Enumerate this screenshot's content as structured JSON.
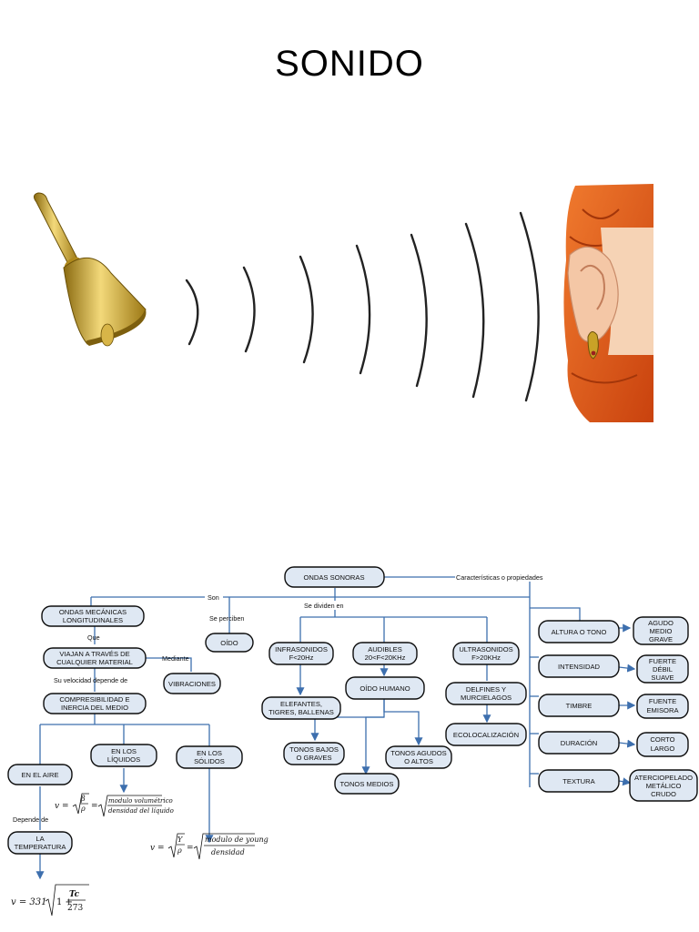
{
  "title": "SONIDO",
  "illustration": {
    "bell_icon": "hand-bell-icon",
    "ear_icon": "ear-icon",
    "waves_color": "#222222",
    "hair_color": "#e8561c",
    "bell_color": "#c9a227"
  },
  "concept_map": {
    "link_color": "#3d6fae",
    "node_fill": "#dfe8f3",
    "nodes": {
      "ondas_sonoras": "ONDAS SONORAS",
      "ondas_mecanicas": [
        "ONDAS MECÁNICAS",
        "LONGITUDINALES"
      ],
      "viajan": [
        "VIAJAN  A TRAVÉS DE",
        "CUALQUIER MATERIAL"
      ],
      "compresibilidad": [
        "COMPRESIBILIDAD E",
        "INERCIA DEL MEDIO"
      ],
      "aire": "EN EL AIRE",
      "liquidos": [
        "EN LOS",
        "LÍQUIDOS"
      ],
      "solidos": [
        "EN LOS",
        "SÓLIDOS"
      ],
      "temperatura": [
        "LA",
        "TEMPERATURA"
      ],
      "oido": "OÍDO",
      "vibraciones": "VIBRACIONES",
      "infrasonidos": [
        "INFRASONIDOS",
        "F<20Hz"
      ],
      "audibles": [
        "AUDIBLES",
        "20<F<20KHz"
      ],
      "ultrasonidos": [
        "ULTRASONIDOS",
        "F>20KHz"
      ],
      "elefantes": [
        "ELEFANTES,",
        "TIGRES, BALLENAS"
      ],
      "oido_humano": "OÍDO HUMANO",
      "tonos_bajos": [
        "TONOS BAJOS",
        "O GRAVES"
      ],
      "tonos_agudos": [
        "TONOS AGUDOS",
        "O ALTOS"
      ],
      "tonos_medios": "TONOS MEDIOS",
      "delfines": [
        "DELFINES Y",
        "MURCIELAGOS"
      ],
      "ecolocalizacion": "ECOLOCALIZACIÓN",
      "altura": "ALTURA O TONO",
      "agudo": [
        "AGUDO",
        "MEDIO",
        "GRAVE"
      ],
      "intensidad": "INTENSIDAD",
      "fuerte": [
        "FUERTE",
        "DÉBIL",
        "SUAVE"
      ],
      "timbre": "TIMBRE",
      "fuente": [
        "FUENTE",
        "EMISORA"
      ],
      "duracion": "DURACIÓN",
      "corto": [
        "CORTO",
        "LARGO"
      ],
      "textura": "TEXTURA",
      "aterciopelado": [
        "ATERCIOPELADO",
        "METÁLICO",
        "CRUDO"
      ]
    },
    "labels": {
      "son": "Son",
      "se_perciben": "Se perciben",
      "se_dividen": "Se dividen en",
      "caracteristicas": "Características o propiedades",
      "que": "Que",
      "mediante": "Mediante",
      "velocidad": "Su velocidad depende de",
      "depende_de": "Depende de"
    },
    "formulas": {
      "liquid_numerator": "modulo volumétrico",
      "liquid_denominator": "densidad del líquido",
      "solid_numerator": "modulo de young",
      "solid_denominator": "densidad",
      "air_prefix": "v = 331",
      "air_numerator": "Tc",
      "air_denominator": "273"
    }
  }
}
